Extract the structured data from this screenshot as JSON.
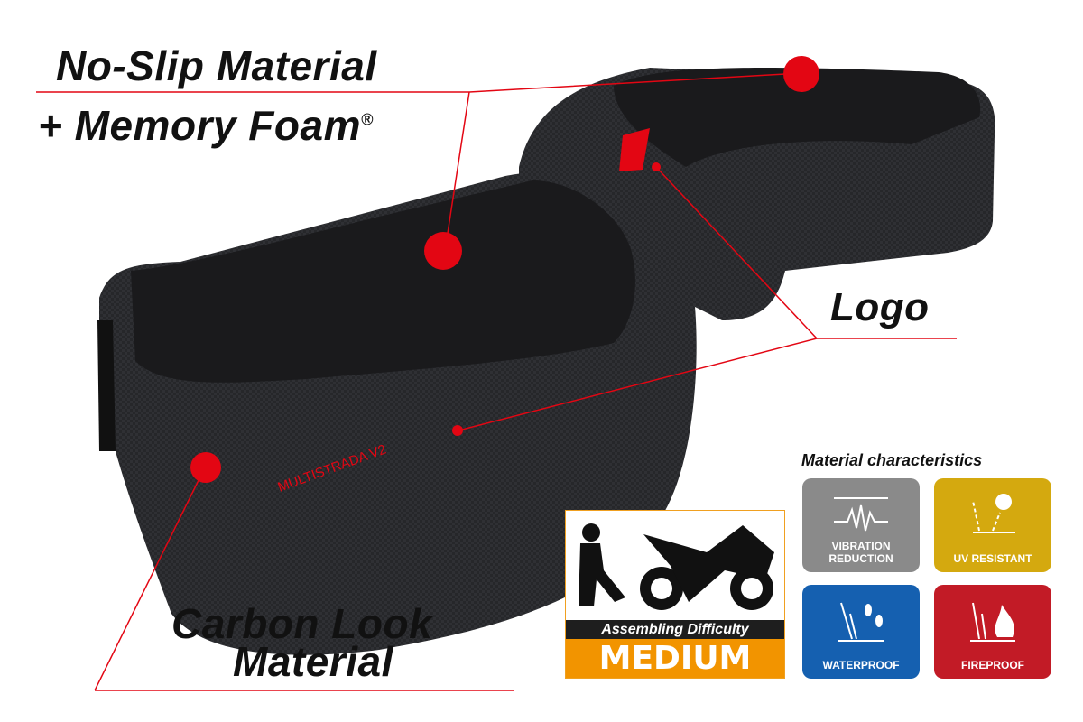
{
  "callouts": {
    "no_slip_line1": "No-Slip Material",
    "no_slip_line2": "+ Memory Foam",
    "registered_mark": "®",
    "logo": "Logo",
    "carbon_line1": "Carbon Look",
    "carbon_line2": "Material"
  },
  "seat": {
    "model_text": "MULTISTRADA V2"
  },
  "difficulty": {
    "label": "Assembling Difficulty",
    "level": "MEDIUM"
  },
  "materials": {
    "title": "Material characteristics",
    "items": [
      {
        "line1": "VIBRATION",
        "line2": "REDUCTION",
        "color": "#8a8a8a",
        "icon": "vibration-icon"
      },
      {
        "line1": "UV RESISTANT",
        "line2": "",
        "color": "#d4a90f",
        "icon": "sun-icon"
      },
      {
        "line1": "WATERPROOF",
        "line2": "",
        "color": "#1560b0",
        "icon": "water-drops-icon"
      },
      {
        "line1": "FIREPROOF",
        "line2": "",
        "color": "#c21b26",
        "icon": "flame-icon"
      }
    ]
  },
  "colors": {
    "accent": "#e30613",
    "seat": "#1c1c1e"
  }
}
